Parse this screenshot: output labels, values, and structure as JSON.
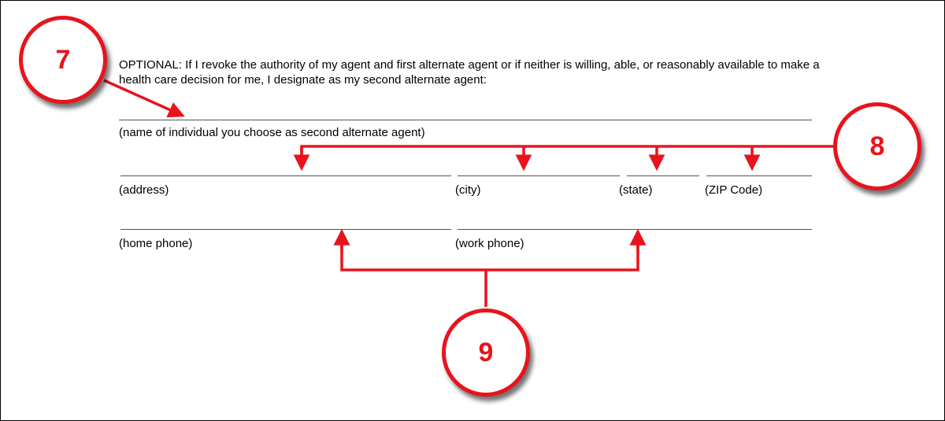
{
  "form": {
    "paragraph": "OPTIONAL:   If I revoke the authority of my agent and first alternate agent or if neither is willing, able, or reasonably available to make a health care decision for me, I designate as my second alternate agent:",
    "labels": {
      "name": "(name of individual you choose as second alternate agent)",
      "address": "(address)",
      "city": "(city)",
      "state": "(state)",
      "zip": "(ZIP Code)",
      "home_phone": "(home phone)",
      "work_phone": "(work phone)"
    }
  },
  "callouts": {
    "seven": "7",
    "eight": "8",
    "nine": "9"
  },
  "colors": {
    "annotation_red": "#e8141c",
    "text": "#000000",
    "field_line": "#555555"
  }
}
